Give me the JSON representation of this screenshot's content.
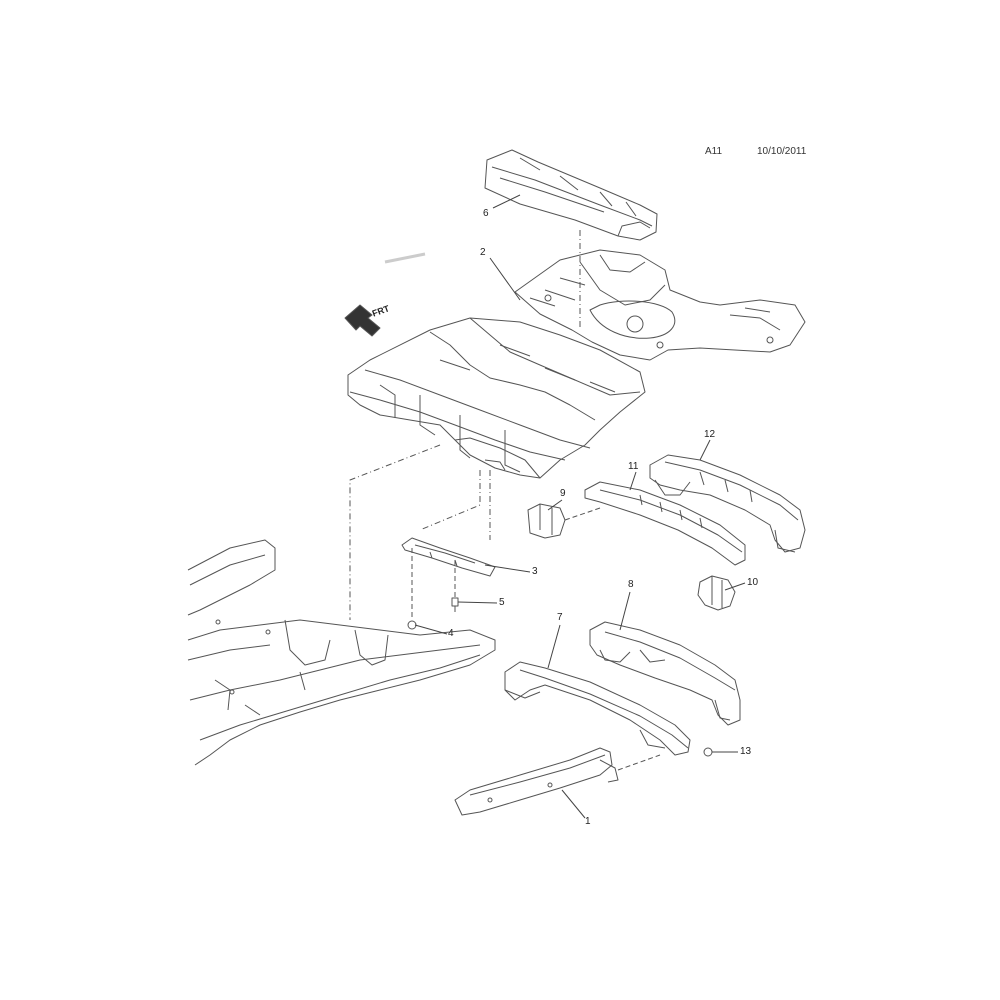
{
  "header": {
    "code": "A11",
    "date": "10/10/2011"
  },
  "direction_arrow": {
    "label": "FRT",
    "icon": "front-direction-arrow-icon"
  },
  "callouts": [
    {
      "id": "c1",
      "label": "1"
    },
    {
      "id": "c2",
      "label": "2"
    },
    {
      "id": "c3",
      "label": "3"
    },
    {
      "id": "c4",
      "label": "4"
    },
    {
      "id": "c5",
      "label": "5"
    },
    {
      "id": "c6",
      "label": "6"
    },
    {
      "id": "c7",
      "label": "7"
    },
    {
      "id": "c8",
      "label": "8"
    },
    {
      "id": "c9",
      "label": "9"
    },
    {
      "id": "c10",
      "label": "10"
    },
    {
      "id": "c11",
      "label": "11"
    },
    {
      "id": "c12",
      "label": "12"
    },
    {
      "id": "c13",
      "label": "13"
    }
  ],
  "colors": {
    "line": "#555555",
    "text": "#222222",
    "background": "#ffffff"
  }
}
